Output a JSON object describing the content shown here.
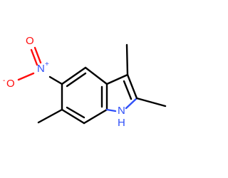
{
  "molecule": {
    "colors": {
      "bond": "#000000",
      "nitrogen": "#3050f8",
      "oxygen": "#ff0d0d"
    },
    "atoms": {
      "nitro_n": {
        "element": "N",
        "charge": "+"
      },
      "nitro_o_top": {
        "element": "O",
        "charge": ""
      },
      "nitro_o_bottom": {
        "element": "O",
        "charge": "-"
      },
      "indole_nh": {
        "element": "N",
        "hydrogen": "H"
      }
    }
  }
}
